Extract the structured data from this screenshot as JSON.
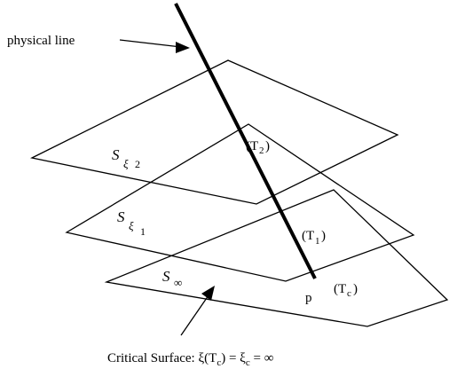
{
  "labels": {
    "physical_line": "physical line",
    "surface_symbol": "S",
    "xi": "ξ",
    "sub_2": "2",
    "sub_1": "1",
    "infinity": "∞",
    "point_p": "p",
    "T_base": "T",
    "paren_open": "(",
    "paren_close": ")",
    "T2_sub": "2",
    "T1_sub": "1",
    "Tc_sub": "c",
    "critical_prefix": "Critical Surface: ξ(T",
    "critical_Tsub": "c",
    "critical_mid": ")  = ξ",
    "critical_xisub": "c",
    "critical_end": " = ∞"
  }
}
